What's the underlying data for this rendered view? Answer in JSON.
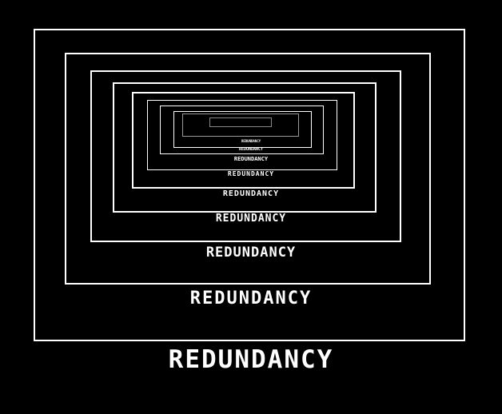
{
  "poster": {
    "captions": [
      "REDUNDANCY",
      "REDUNDANCY",
      "REDUNDANCY",
      "REDUNDANCY",
      "REDUNDANCY",
      "REDUNDANCY",
      "REDUNDANCY",
      "REDUNDANCY",
      "REDUNDANCY"
    ],
    "frame_color": "#ffffff",
    "background_color": "#000000"
  }
}
